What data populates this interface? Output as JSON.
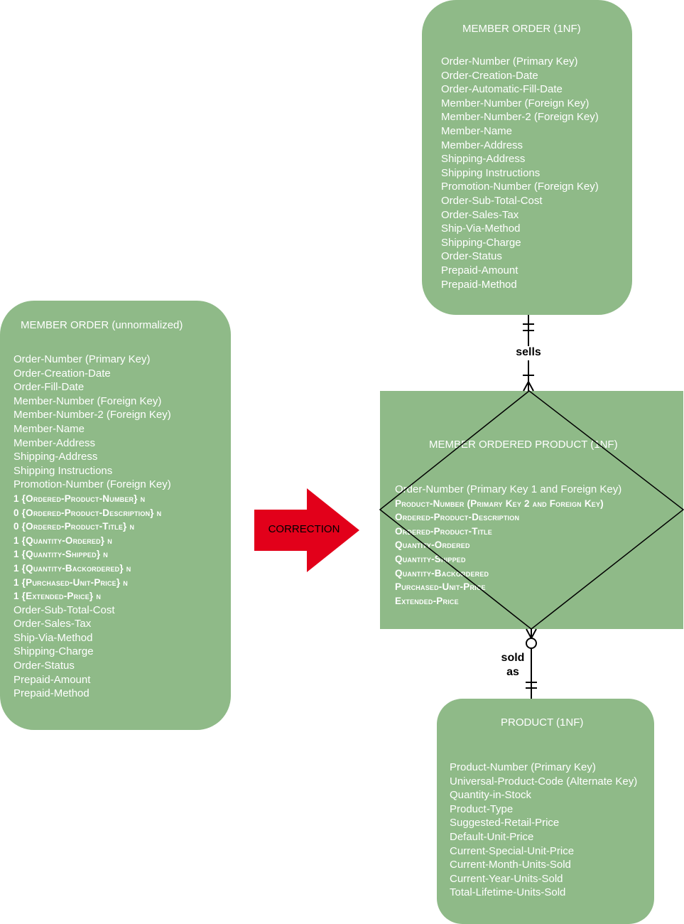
{
  "colors": {
    "entity_fill": "#8fba88",
    "entity_text": "#ffffff",
    "arrow_fill": "#e2001a",
    "line": "#000000"
  },
  "entities": {
    "unnormalized": {
      "title": "MEMBER ORDER (unnormalized)",
      "attributes": [
        {
          "text": "Order-Number (Primary Key)",
          "bold": false
        },
        {
          "text": "Order-Creation-Date",
          "bold": false
        },
        {
          "text": "Order-Fill-Date",
          "bold": false
        },
        {
          "text": "Member-Number (Foreign Key)",
          "bold": false
        },
        {
          "text": "Member-Number-2 (Foreign Key)",
          "bold": false
        },
        {
          "text": "Member-Name",
          "bold": false
        },
        {
          "text": "Member-Address",
          "bold": false
        },
        {
          "text": "Shipping-Address",
          "bold": false
        },
        {
          "text": "Shipping Instructions",
          "bold": false
        },
        {
          "text": "Promotion-Number (Foreign Key)",
          "bold": false
        },
        {
          "text": "1 {Ordered-Product-Number} n",
          "bold": true
        },
        {
          "text": "0 {Ordered-Product-Description} n",
          "bold": true
        },
        {
          "text": "0 {Ordered-Product-Title} n",
          "bold": true
        },
        {
          "text": "1 {Quantity-Ordered} n",
          "bold": true
        },
        {
          "text": "1 {Quantity-Shipped} n",
          "bold": true
        },
        {
          "text": "1 {Quantity-Backordered} n",
          "bold": true
        },
        {
          "text": "1 {Purchased-Unit-Price} n",
          "bold": true
        },
        {
          "text": "1 {Extended-Price} n",
          "bold": true
        },
        {
          "text": "Order-Sub-Total-Cost",
          "bold": false
        },
        {
          "text": "Order-Sales-Tax",
          "bold": false
        },
        {
          "text": "Ship-Via-Method",
          "bold": false
        },
        {
          "text": "Shipping-Charge",
          "bold": false
        },
        {
          "text": "Order-Status",
          "bold": false
        },
        {
          "text": "Prepaid-Amount",
          "bold": false
        },
        {
          "text": "Prepaid-Method",
          "bold": false
        }
      ]
    },
    "member_order_1nf": {
      "title": "MEMBER ORDER (1NF)",
      "attributes": [
        {
          "text": "Order-Number (Primary Key)",
          "bold": false
        },
        {
          "text": "Order-Creation-Date",
          "bold": false
        },
        {
          "text": "Order-Automatic-Fill-Date",
          "bold": false
        },
        {
          "text": "Member-Number (Foreign Key)",
          "bold": false
        },
        {
          "text": "Member-Number-2 (Foreign Key)",
          "bold": false
        },
        {
          "text": "Member-Name",
          "bold": false
        },
        {
          "text": "Member-Address",
          "bold": false
        },
        {
          "text": "Shipping-Address",
          "bold": false
        },
        {
          "text": "Shipping Instructions",
          "bold": false
        },
        {
          "text": "Promotion-Number (Foreign Key)",
          "bold": false
        },
        {
          "text": "Order-Sub-Total-Cost",
          "bold": false
        },
        {
          "text": "Order-Sales-Tax",
          "bold": false
        },
        {
          "text": "Ship-Via-Method",
          "bold": false
        },
        {
          "text": "Shipping-Charge",
          "bold": false
        },
        {
          "text": "Order-Status",
          "bold": false
        },
        {
          "text": "Prepaid-Amount",
          "bold": false
        },
        {
          "text": "Prepaid-Method",
          "bold": false
        }
      ]
    },
    "member_ordered_product_1nf": {
      "title": "MEMBER ORDERED PRODUCT (1NF)",
      "attributes": [
        {
          "text": "Order-Number (Primary Key 1 and Foreign Key)",
          "bold": false
        },
        {
          "text": "Product-Number (Primary Key 2 and Foreign Key)",
          "bold": true
        },
        {
          "text": "Ordered-Product-Description",
          "bold": true
        },
        {
          "text": "Ordered-Product-Title",
          "bold": true
        },
        {
          "text": "Quantity-Ordered",
          "bold": true
        },
        {
          "text": "Quantity-Shipped",
          "bold": true
        },
        {
          "text": "Quantity-Backordered",
          "bold": true
        },
        {
          "text": "Purchased-Unit-Price",
          "bold": true
        },
        {
          "text": "Extended-Price",
          "bold": true
        }
      ]
    },
    "product_1nf": {
      "title": "PRODUCT (1NF)",
      "attributes": [
        {
          "text": "Product-Number (Primary Key)",
          "bold": false
        },
        {
          "text": "Universal-Product-Code (Alternate Key)",
          "bold": false
        },
        {
          "text": "Quantity-in-Stock",
          "bold": false
        },
        {
          "text": "Product-Type",
          "bold": false
        },
        {
          "text": "Suggested-Retail-Price",
          "bold": false
        },
        {
          "text": "Default-Unit-Price",
          "bold": false
        },
        {
          "text": "Current-Special-Unit-Price",
          "bold": false
        },
        {
          "text": "Current-Month-Units-Sold",
          "bold": false
        },
        {
          "text": "Current-Year-Units-Sold",
          "bold": false
        },
        {
          "text": "Total-Lifetime-Units-Sold",
          "bold": false
        }
      ]
    }
  },
  "relationships": {
    "sells": {
      "label": "sells",
      "from": "MEMBER ORDER (1NF)",
      "to": "MEMBER ORDERED PRODUCT (1NF)",
      "from_cardinality": "one-and-only-one",
      "to_cardinality": "one-or-many"
    },
    "sold_as": {
      "label_line1": "sold",
      "label_line2": "as",
      "from": "PRODUCT (1NF)",
      "to": "MEMBER ORDERED PRODUCT (1NF)",
      "from_cardinality": "one-and-only-one",
      "to_cardinality": "zero-or-many"
    }
  },
  "arrow": {
    "label": "CORRECTION"
  }
}
